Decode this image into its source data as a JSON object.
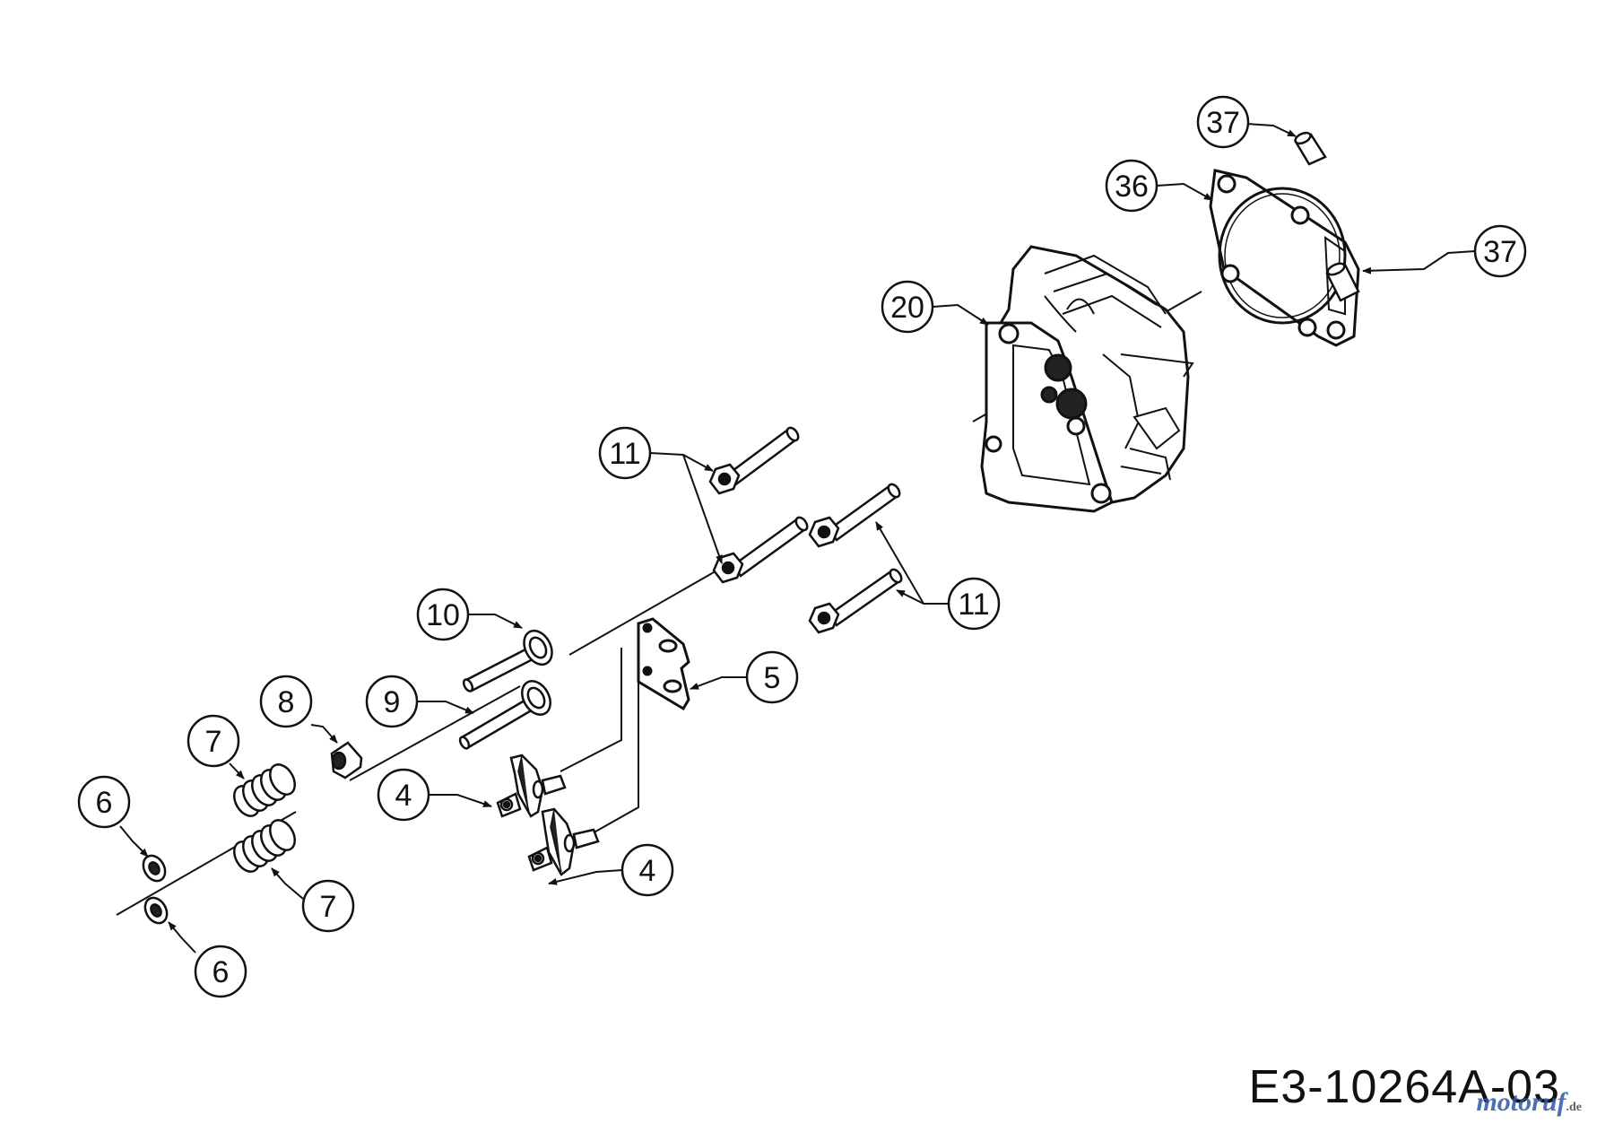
{
  "diagram": {
    "drawing_code": "E3-10264A-03",
    "watermark": "motoruf",
    "watermark_tld": ".de",
    "callouts": [
      {
        "id": "c37a",
        "label": "37"
      },
      {
        "id": "c36",
        "label": "36"
      },
      {
        "id": "c37b",
        "label": "37"
      },
      {
        "id": "c20",
        "label": "20"
      },
      {
        "id": "c11a",
        "label": "11"
      },
      {
        "id": "c11b",
        "label": "11"
      },
      {
        "id": "c10",
        "label": "10"
      },
      {
        "id": "c5",
        "label": "5"
      },
      {
        "id": "c9",
        "label": "9"
      },
      {
        "id": "c8",
        "label": "8"
      },
      {
        "id": "c7a",
        "label": "7"
      },
      {
        "id": "c4a",
        "label": "4"
      },
      {
        "id": "c6a",
        "label": "6"
      },
      {
        "id": "c4b",
        "label": "4"
      },
      {
        "id": "c7b",
        "label": "7"
      },
      {
        "id": "c6b",
        "label": "6"
      }
    ]
  }
}
